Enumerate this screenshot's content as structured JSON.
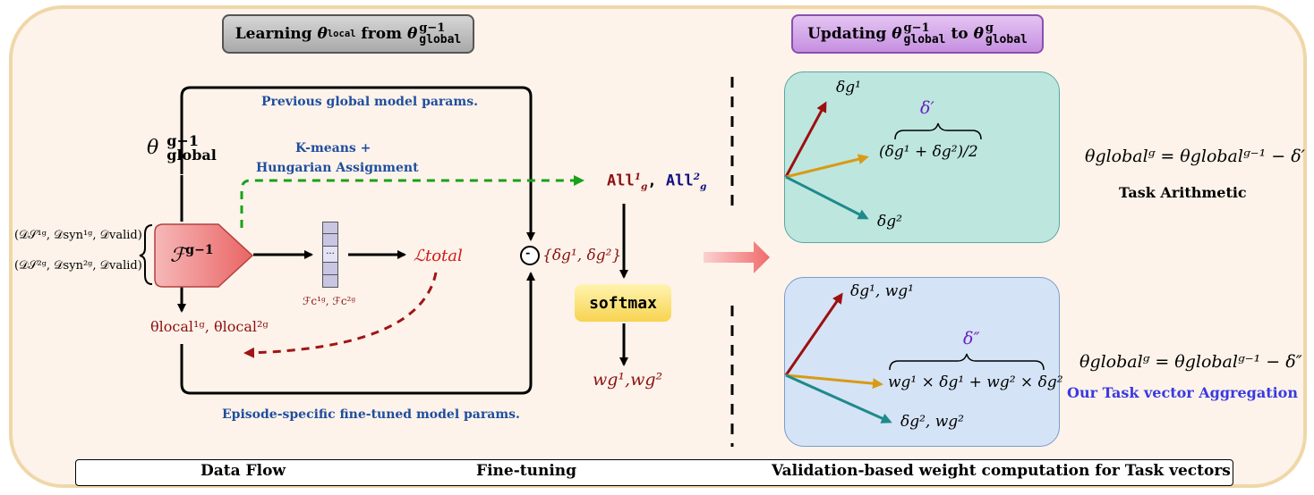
{
  "headers": {
    "left_prefix": "Learning",
    "left_sym": "θ",
    "left_sub": "local",
    "left_from": "from",
    "left_sym2": "θ",
    "left_sup2": "g−1",
    "left_sub2": "global",
    "right_prefix": "Updating",
    "right_sym": "θ",
    "right_sup": "g−1",
    "right_sub": "global",
    "right_to": "to",
    "right_sym2": "θ",
    "right_sup2": "g",
    "right_sub2": "global"
  },
  "left": {
    "prev_params_label": "Previous global model params.",
    "theta_sym": "θ",
    "theta_sup": "g−1",
    "theta_sub": "global",
    "kmeans_line1": "K-means +",
    "kmeans_line2": "Hungarian Assignment",
    "input1": "(𝒟𝒮¹ᵍ, 𝒟syn¹ᵍ, 𝒟valid)",
    "input2": "(𝒟𝒮²ᵍ, 𝒟syn²ᵍ, 𝒟valid)",
    "model_label": "ℱ",
    "model_sup": "g−1",
    "block_dots": "...",
    "fc_label": "ℱc¹ᵍ, ℱc²ᵍ",
    "loss_label": "ℒtotal",
    "local_params": "θlocal¹ᵍ, θlocal²ᵍ",
    "episode_label": "Episode-specific fine-tuned model params.",
    "minus_sign": "-",
    "deltas": "{δg¹, δg²}",
    "all_label": "All",
    "softmax": "softmax",
    "weights": "wg¹,wg²"
  },
  "right": {
    "top_box": {
      "delta1": "δg¹",
      "delta_prime": "δ′",
      "avg_expr": "(δg¹ + δg²)/2",
      "delta2": "δg²"
    },
    "top_eq": "θglobalᵍ = θglobalᵍ⁻¹ − δ′",
    "top_eq_label": "Task Arithmetic",
    "bottom_box": {
      "delta1": "δg¹, wg¹",
      "delta_dprime": "δ″",
      "weighted_expr": "wg¹ × δg¹ + wg² × δg²",
      "delta2": "δg², wg²"
    },
    "bottom_eq": "θglobalᵍ = θglobalᵍ⁻¹ − δ″",
    "bottom_eq_label": "Our Task vector Aggregation"
  },
  "legend": {
    "data_flow": "Data Flow",
    "fine_tuning": "Fine-tuning",
    "validation": "Validation-based weight computation for Task vectors"
  },
  "colors": {
    "red": "#8b1111",
    "navy": "#101080",
    "green": "#1aa01a",
    "dashed_red": "#a01515",
    "teal_arrow": "#1f8a8a",
    "gold_arrow": "#d99a16"
  }
}
